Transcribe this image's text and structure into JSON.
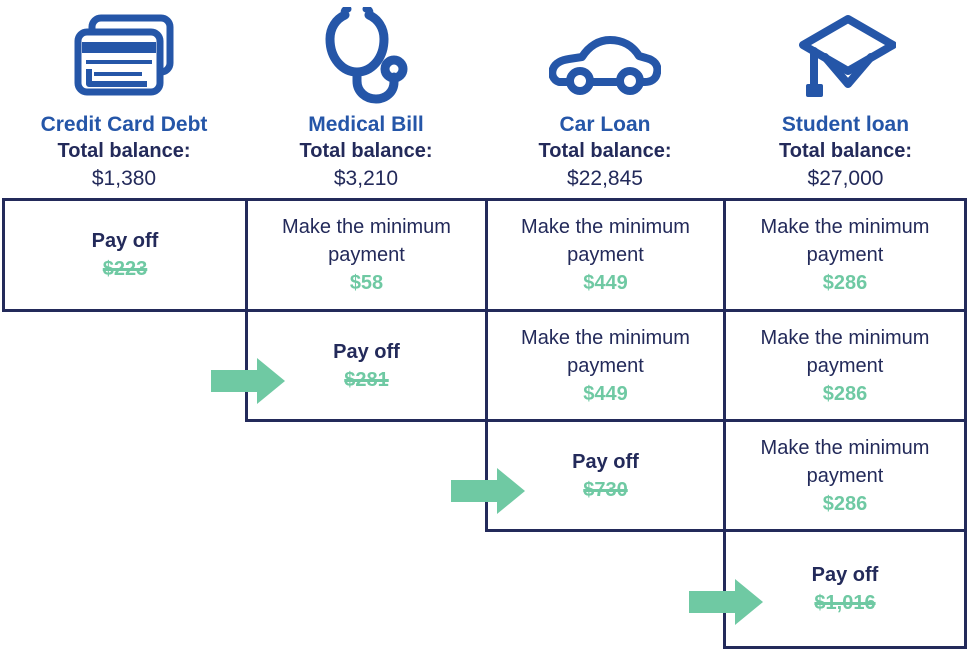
{
  "colors": {
    "primary_blue": "#2556a8",
    "dark_navy": "#232a5a",
    "accent_green": "#6fc9a3"
  },
  "columns": [
    {
      "icon": "credit-card-icon",
      "title": "Credit Card Debt",
      "balance_label": "Total balance:",
      "balance": "$1,380"
    },
    {
      "icon": "stethoscope-icon",
      "title": "Medical Bill",
      "balance_label": "Total balance:",
      "balance": "$3,210"
    },
    {
      "icon": "car-icon",
      "title": "Car Loan",
      "balance_label": "Total balance:",
      "balance": "$22,845"
    },
    {
      "icon": "graduation-cap-icon",
      "title": "Student loan",
      "balance_label": "Total balance:",
      "balance": "$27,000"
    }
  ],
  "rows": [
    {
      "cells": [
        {
          "column": 0,
          "type": "payoff",
          "label": "Pay off",
          "amount": "$223",
          "amount_struck": true,
          "arrow": false
        },
        {
          "column": 1,
          "type": "minimum-payment",
          "label": "Make the minimum payment",
          "amount": "$58",
          "amount_struck": false,
          "arrow": false
        },
        {
          "column": 2,
          "type": "minimum-payment",
          "label": "Make the minimum payment",
          "amount": "$449",
          "amount_struck": false,
          "arrow": false
        },
        {
          "column": 3,
          "type": "minimum-payment",
          "label": "Make the minimum payment",
          "amount": "$286",
          "amount_struck": false,
          "arrow": false
        }
      ]
    },
    {
      "cells": [
        {
          "column": 1,
          "type": "payoff",
          "label": "Pay off",
          "amount": "$281",
          "amount_struck": true,
          "arrow": true
        },
        {
          "column": 2,
          "type": "minimum-payment",
          "label": "Make the minimum payment",
          "amount": "$449",
          "amount_struck": false,
          "arrow": false
        },
        {
          "column": 3,
          "type": "minimum-payment",
          "label": "Make the minimum payment",
          "amount": "$286",
          "amount_struck": false,
          "arrow": false
        }
      ]
    },
    {
      "cells": [
        {
          "column": 2,
          "type": "payoff",
          "label": "Pay off",
          "amount": "$730",
          "amount_struck": true,
          "arrow": true
        },
        {
          "column": 3,
          "type": "minimum-payment",
          "label": "Make the minimum payment",
          "amount": "$286",
          "amount_struck": false,
          "arrow": false
        }
      ]
    },
    {
      "cells": [
        {
          "column": 3,
          "type": "payoff",
          "label": "Pay off",
          "amount": "$1,016",
          "amount_struck": true,
          "arrow": true
        }
      ]
    }
  ]
}
